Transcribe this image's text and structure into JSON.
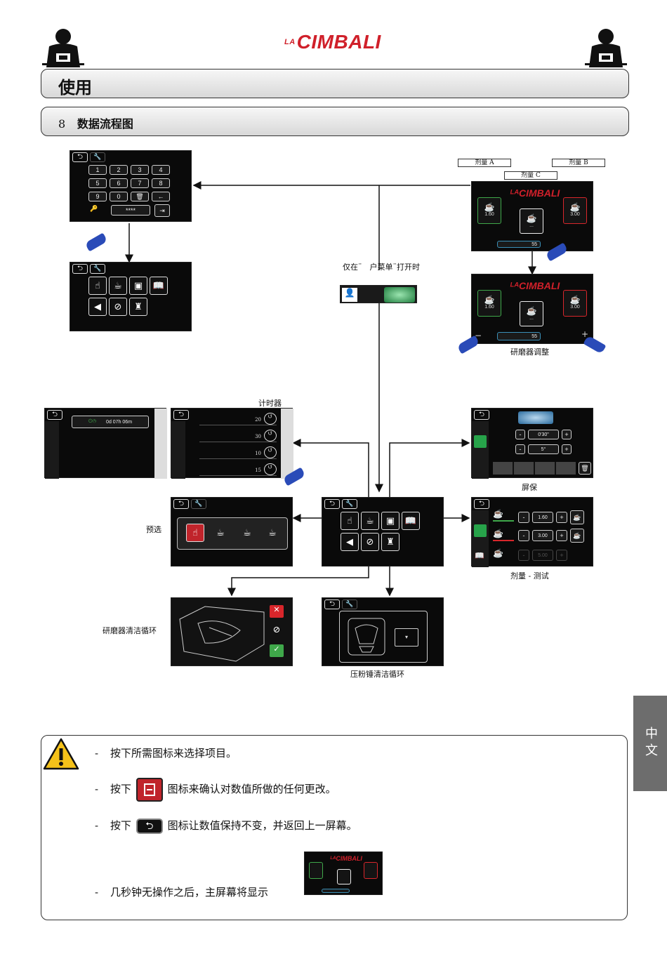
{
  "header": {
    "logo_small": "LA",
    "logo_big": "CIMBALI"
  },
  "section_title": "使用",
  "subsection": {
    "number": "8",
    "title": "数据流程图"
  },
  "side_tab": "中文",
  "diagram": {
    "dose_a": "剂量 A",
    "dose_b": "剂量 B",
    "dose_c": "剂量 C",
    "user_menu_note": "仅在¨　户菜单¨打开时",
    "grinder_adjust": "研磨器调整",
    "timer": "计时器",
    "preselect": "预选",
    "screensaver": "屏保",
    "dose_test": "剂量 - 测试",
    "grinder_clean": "研磨器清洁循环",
    "tamper_clean": "压粉锤清洁循环",
    "keypad": [
      "1",
      "2",
      "3",
      "4",
      "5",
      "6",
      "7",
      "8",
      "9",
      "0",
      "🗑",
      "←"
    ],
    "password_mask": "****",
    "home_values": {
      "left": "1.60",
      "right": "3.00",
      "grind": "55"
    },
    "grind_value": "55",
    "timer_display": "0d 07h 06m",
    "timer_rows": [
      "20",
      "30",
      "10",
      "15"
    ],
    "ss_values": [
      "0'30\"",
      "5°"
    ],
    "dose_values": [
      "1.60",
      "3.00",
      "5.00"
    ]
  },
  "warnings": {
    "line1": "按下所需图标来选择项目。",
    "line2_pre": "按下",
    "line2_post": "图标来确认对数值所做的任何更改。",
    "line3_pre": "按下",
    "line3_post": "图标让数值保持不变，并返回上一屏幕。",
    "line4": "几秒钟无操作之后，主屏幕将显示",
    "dash": "-"
  },
  "colors": {
    "brand_red": "#d0202a",
    "hand_blue": "#2a4bb8",
    "save_green": "#27a34a"
  }
}
